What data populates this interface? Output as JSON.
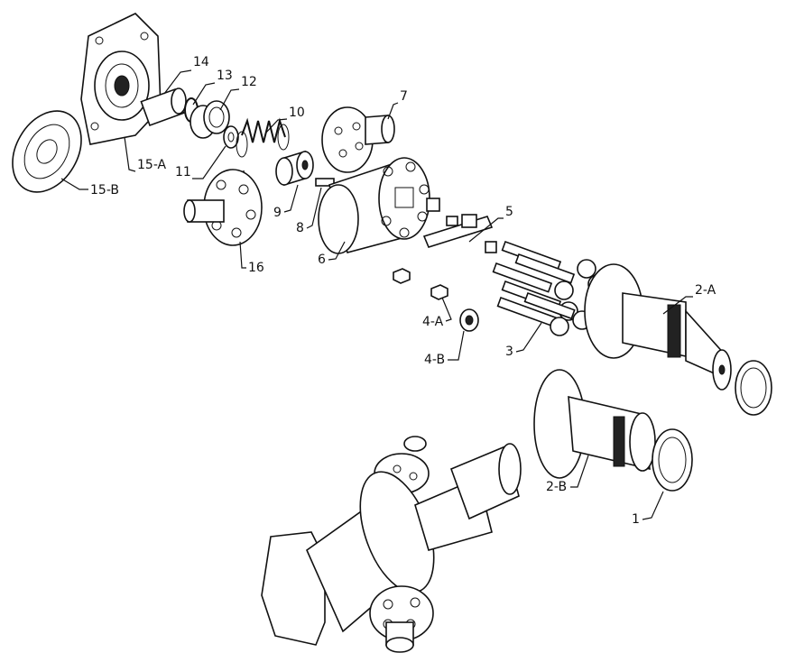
{
  "diagram": {
    "callouts": [
      {
        "id": "14",
        "label": "14"
      },
      {
        "id": "13",
        "label": "13"
      },
      {
        "id": "12",
        "label": "12"
      },
      {
        "id": "10",
        "label": "10"
      },
      {
        "id": "7",
        "label": "7"
      },
      {
        "id": "15a",
        "label": "15-A"
      },
      {
        "id": "15b",
        "label": "15-B"
      },
      {
        "id": "11",
        "label": "11"
      },
      {
        "id": "9",
        "label": "9"
      },
      {
        "id": "8",
        "label": "8"
      },
      {
        "id": "16",
        "label": "16"
      },
      {
        "id": "6",
        "label": "6"
      },
      {
        "id": "5",
        "label": "5"
      },
      {
        "id": "2a",
        "label": "2-A"
      },
      {
        "id": "4a",
        "label": "4-A"
      },
      {
        "id": "4b",
        "label": "4-B"
      },
      {
        "id": "3",
        "label": "3"
      },
      {
        "id": "2b",
        "label": "2-B"
      },
      {
        "id": "1",
        "label": "1"
      }
    ]
  }
}
